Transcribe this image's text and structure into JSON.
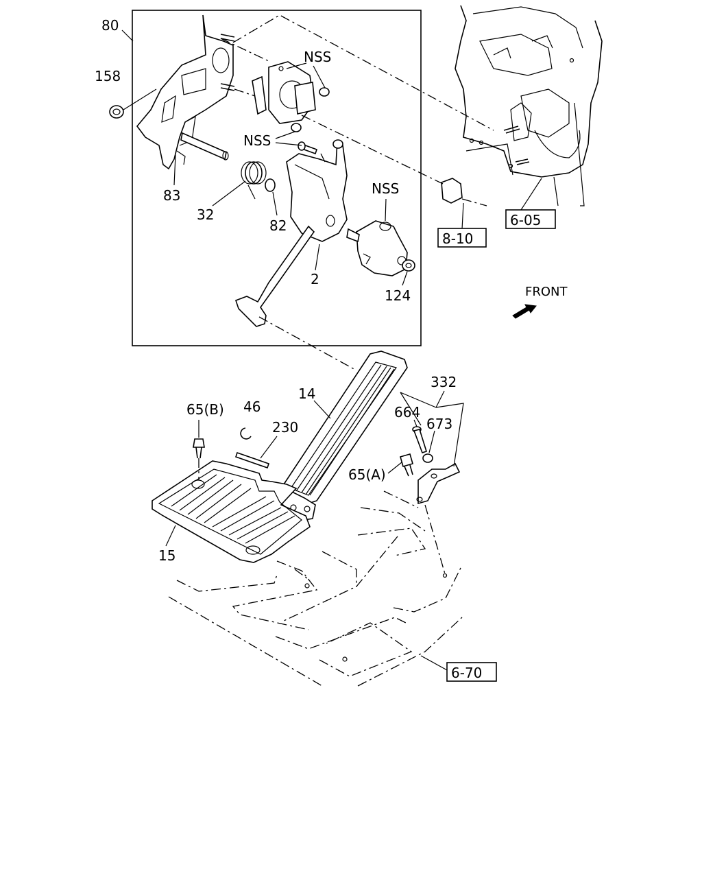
{
  "labels": {
    "p80": "80",
    "p158": "158",
    "p83": "83",
    "p32": "32",
    "p82": "82",
    "p2": "2",
    "p124": "124",
    "nss1": "NSS",
    "nss2": "NSS",
    "nss3": "NSS",
    "ref810": "8-10",
    "ref605": "6-05",
    "ref670": "6-70",
    "front": "FRONT",
    "p14": "14",
    "p65b": "65(B)",
    "p46": "46",
    "p230": "230",
    "p15": "15",
    "p332": "332",
    "p664": "664",
    "p673": "673",
    "p65a": "65(A)"
  }
}
